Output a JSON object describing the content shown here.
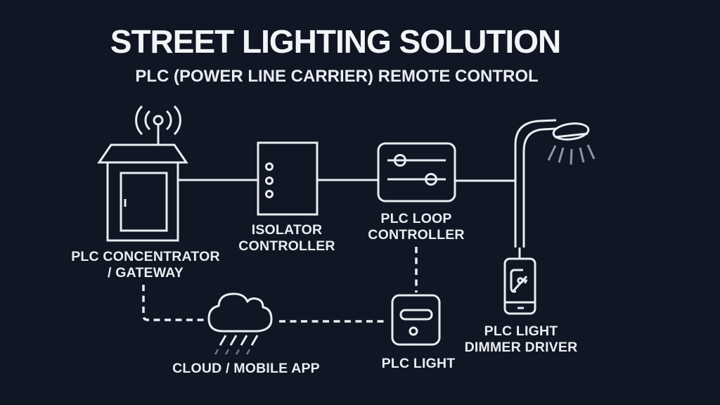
{
  "title": "STREET LIGHTING SOLUTION",
  "subtitle": "PLC (POWER LINE CARRIER) REMOTE CONTROL",
  "colors": {
    "background": "#101623",
    "line": "#e9ecf1",
    "text": "#e9edf2",
    "light_ray": "#8b96a8"
  },
  "nodes": {
    "concentrator": {
      "label": "PLC CONCENTRATOR\n/ GATEWAY",
      "icon": "cabinet-antenna-icon"
    },
    "isolator": {
      "label": "ISOLATOR\nCONTROLLER",
      "icon": "isolator-box-icon"
    },
    "loop_controller": {
      "label": "PLC LOOP\nCONTROLLER",
      "icon": "sliders-icon"
    },
    "street_light": {
      "icon": "street-lamp-icon"
    },
    "dimmer_driver": {
      "label": "PLC LIGHT\nDIMMER DRIVER",
      "icon": "dimmer-driver-phone-icon"
    },
    "cloud": {
      "label": "CLOUD / MOBILE APP",
      "icon": "cloud-rain-icon"
    },
    "plc_light": {
      "label": "PLC LIGHT",
      "icon": "plc-light-unit-icon"
    }
  },
  "connections": [
    {
      "from": "concentrator",
      "to": "isolator",
      "style": "solid"
    },
    {
      "from": "isolator",
      "to": "loop_controller",
      "style": "solid"
    },
    {
      "from": "loop_controller",
      "to": "street_light",
      "style": "solid"
    },
    {
      "from": "street_light",
      "to": "dimmer_driver",
      "style": "solid"
    },
    {
      "from": "concentrator",
      "to": "cloud",
      "style": "dashed"
    },
    {
      "from": "cloud",
      "to": "plc_light",
      "style": "dashed"
    },
    {
      "from": "loop_controller",
      "to": "plc_light",
      "style": "dashed"
    }
  ]
}
